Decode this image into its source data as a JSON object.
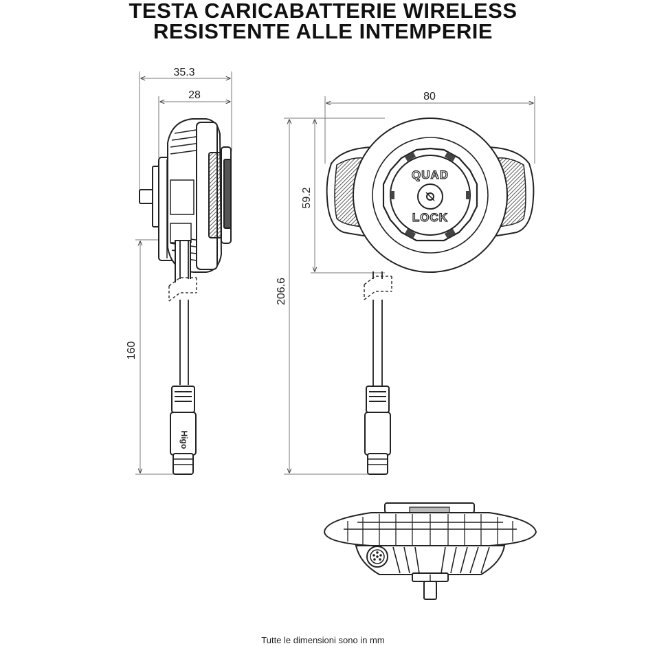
{
  "title": {
    "line1": "TESTA CARICABATTERIE WIRELESS",
    "line2": "RESISTENTE ALLE INTEMPERIE"
  },
  "dimensions": {
    "side_total_width": "35.3",
    "side_body_width": "28",
    "front_width": "80",
    "front_head_height": "59.2",
    "front_total_height": "206.6",
    "cable_length": "160"
  },
  "logo": {
    "top": "QUAD",
    "bottom": "LOCK"
  },
  "connector_text": "Higo",
  "footer": "Tutte le dimensioni sono in mm"
}
